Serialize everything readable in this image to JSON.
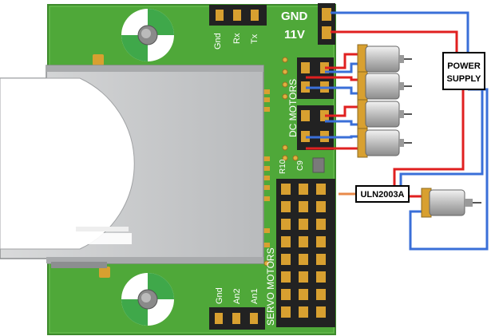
{
  "board": {
    "gnd_label": "GND",
    "v11_label": "11V",
    "uart_pins": [
      "Gnd",
      "Rx",
      "Tx"
    ],
    "analog_pins": [
      "Gnd",
      "An2",
      "An1"
    ],
    "dc_motors_label": "DC MOTORS",
    "servo_motors_label": "SERVO MOTORS",
    "r10_label": "R10",
    "c9_label": "C9"
  },
  "power_supply": {
    "line1": "POWER",
    "line2": "SUPPLY"
  },
  "driver_chip": {
    "label": "ULN2003A"
  },
  "colors": {
    "pcb_green": "#4fa839",
    "pcb_dark": "#2f6b22",
    "wire_red": "#e02020",
    "wire_blue": "#3a6fd8",
    "wire_orange": "#e88a4a",
    "sd_card": "#c4c6c8",
    "header_black": "#222222",
    "gold_pin": "#d8a030"
  }
}
